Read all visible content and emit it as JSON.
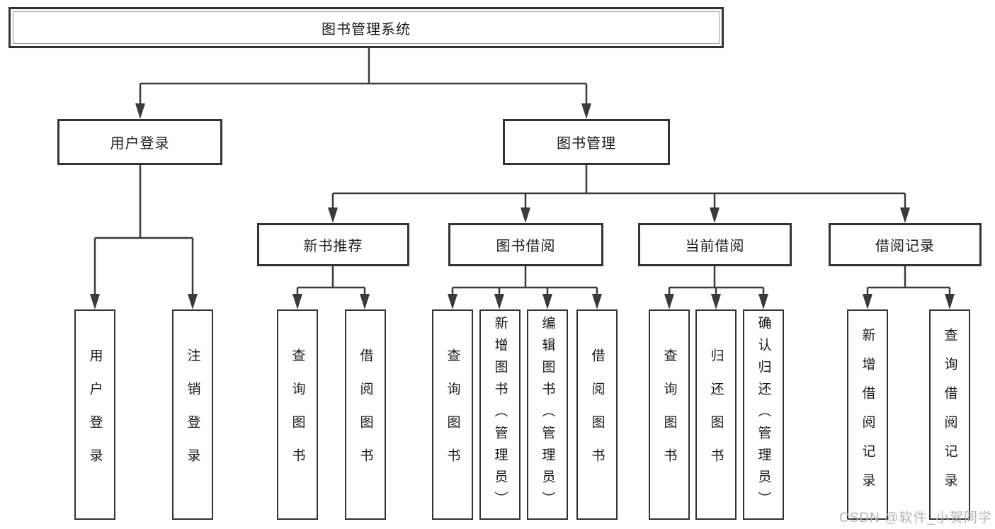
{
  "diagram": {
    "title": "图书管理系统",
    "tree": {
      "root": {
        "label": "图书管理系统",
        "children": [
          {
            "label": "用户登录",
            "children": [
              {
                "label": "用户登录"
              },
              {
                "label": "注销登录"
              }
            ]
          },
          {
            "label": "图书管理",
            "children": [
              {
                "label": "新书推荐",
                "children": [
                  {
                    "label": "查询图书"
                  },
                  {
                    "label": "借阅图书"
                  }
                ]
              },
              {
                "label": "图书借阅",
                "children": [
                  {
                    "label": "查询图书"
                  },
                  {
                    "label": "新增图书（管理员）"
                  },
                  {
                    "label": "编辑图书（管理员）"
                  },
                  {
                    "label": "借阅图书"
                  }
                ]
              },
              {
                "label": "当前借阅",
                "children": [
                  {
                    "label": "查询图书"
                  },
                  {
                    "label": "归还图书"
                  },
                  {
                    "label": "确认归还（管理员）"
                  }
                ]
              },
              {
                "label": "借阅记录",
                "children": [
                  {
                    "label": "新增借阅记录"
                  },
                  {
                    "label": "查询借阅记录"
                  }
                ]
              }
            ]
          }
        ]
      }
    },
    "colors": {
      "line": "#3a3a3a",
      "border": "#333333",
      "text": "#1a1a1a",
      "background": "#ffffff",
      "watermark": "#b4b4b4"
    }
  },
  "watermark": {
    "text": "CSDN @软件_小贺同学"
  }
}
